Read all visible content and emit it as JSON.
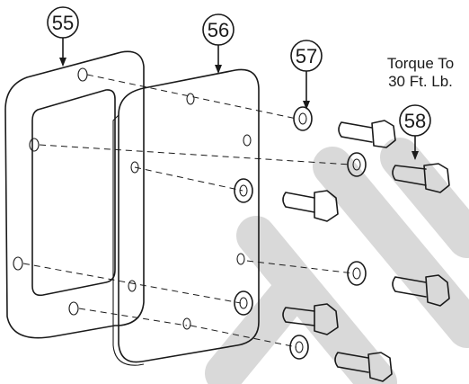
{
  "callouts": {
    "c55": "55",
    "c56": "56",
    "c57": "57",
    "c58": "58"
  },
  "note": {
    "line1": "Torque To",
    "line2": "30 Ft. Lb."
  },
  "colors": {
    "line": "#1a1a1a",
    "watermark": "#d9d9d9",
    "background": "#ffffff"
  }
}
